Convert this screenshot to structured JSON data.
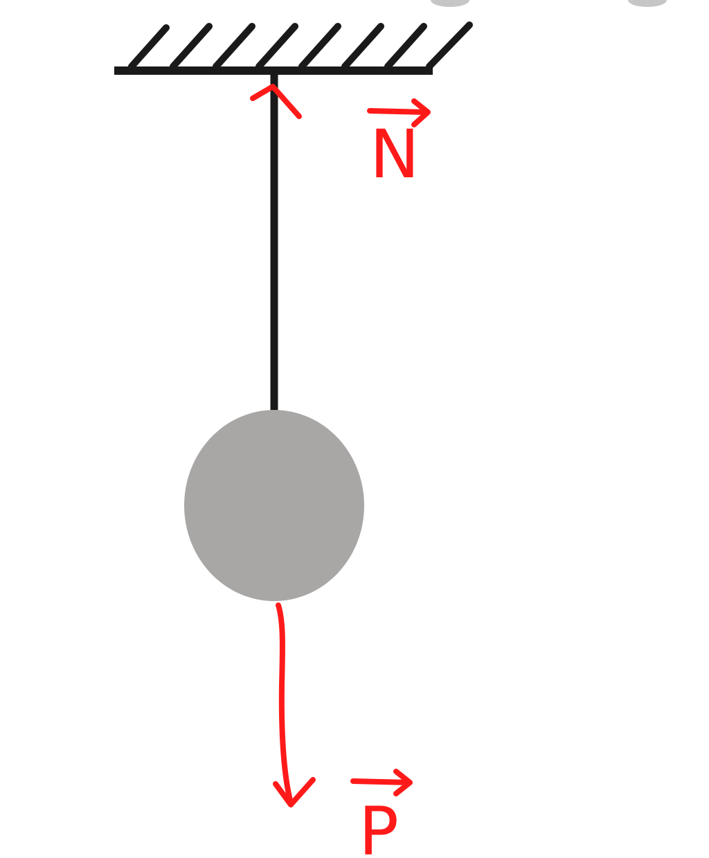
{
  "diagram": {
    "forces": [
      {
        "label": "N",
        "direction": "up"
      },
      {
        "label": "P",
        "direction": "down"
      }
    ]
  },
  "colors": {
    "support": "#1a1a1a",
    "string": "#1a1a1a",
    "ball": "#a9a6a6",
    "force": "#ff1a1a",
    "background": "#ffffff"
  }
}
